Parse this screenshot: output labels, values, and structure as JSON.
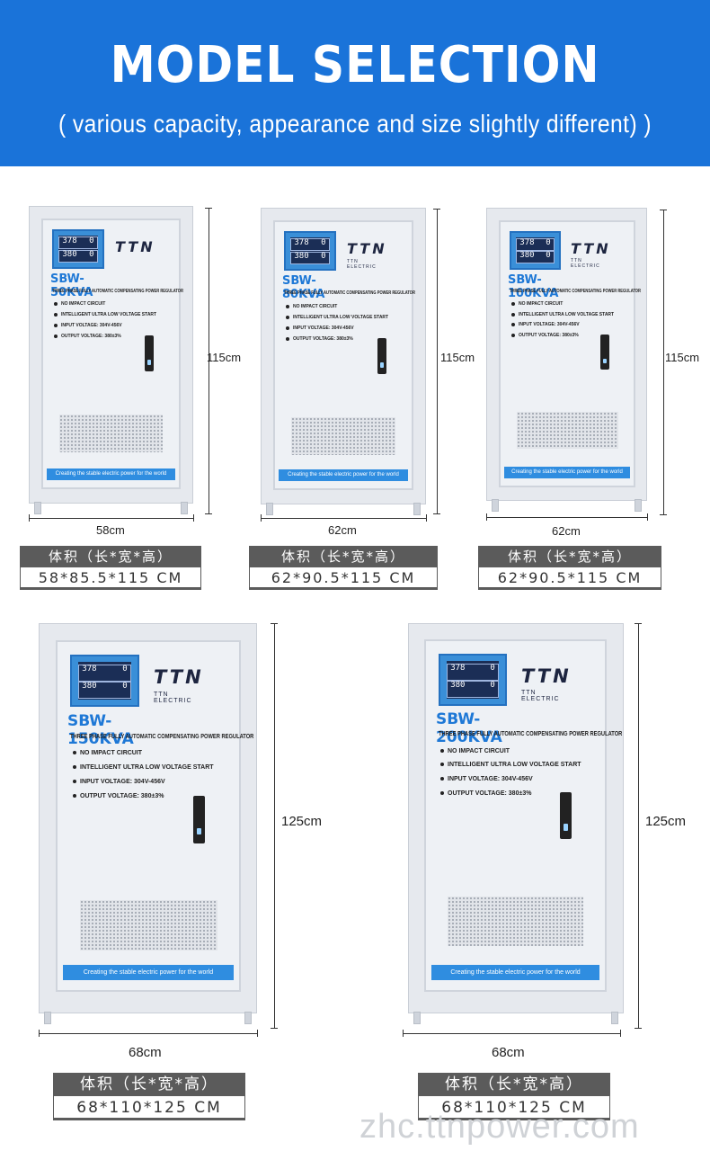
{
  "header": {
    "title": "MODEL SELECTION",
    "subtitle": "( various capacity, appearance and size slightly different) )"
  },
  "products": [
    {
      "model": "SBW-50KVA",
      "brand": "TTN",
      "brand_sub": "",
      "lcd_top": "378",
      "lcd_bottom": "380",
      "lcd_small": "0",
      "subtitle": "THREE PHASE FULLY AUTOMATIC COMPENSATING POWER REGULATOR",
      "features": [
        "NO IMPACT CIRCUIT",
        "INTELLIGENT ULTRA LOW VOLTAGE START",
        "INPUT VOLTAGE: 304V-456V",
        "OUTPUT VOLTAGE: 380±3%"
      ],
      "slogan": "Creating the stable electric power for the world",
      "height_label": "115cm",
      "width_label": "58cm",
      "size_label": "体积（长*宽*高）",
      "size_value": "58*85.5*115 CM"
    },
    {
      "model": "SBW-80KVA",
      "brand": "TTN",
      "brand_sub": "TTN ELECTRIC",
      "lcd_top": "378",
      "lcd_bottom": "380",
      "lcd_small": "0",
      "subtitle": "THREE PHASE FULLY AUTOMATIC COMPENSATING POWER REGULATOR",
      "features": [
        "NO IMPACT CIRCUIT",
        "INTELLIGENT ULTRA LOW VOLTAGE START",
        "INPUT VOLTAGE: 304V-456V",
        "OUTPUT VOLTAGE: 380±3%"
      ],
      "slogan": "Creating the stable electric power for the world",
      "height_label": "115cm",
      "width_label": "62cm",
      "size_label": "体积（长*宽*高）",
      "size_value": "62*90.5*115 CM"
    },
    {
      "model": "SBW-100KVA",
      "brand": "TTN",
      "brand_sub": "TTN ELECTRIC",
      "lcd_top": "378",
      "lcd_bottom": "380",
      "lcd_small": "0",
      "subtitle": "THREE PHASE FULLY AUTOMATIC COMPENSATING POWER REGULATOR",
      "features": [
        "NO IMPACT CIRCUIT",
        "INTELLIGENT ULTRA LOW VOLTAGE START",
        "INPUT VOLTAGE: 304V-456V",
        "OUTPUT VOLTAGE: 380±3%"
      ],
      "slogan": "Creating the stable electric power for the world",
      "height_label": "115cm",
      "width_label": "62cm",
      "size_label": "体积（长*宽*高）",
      "size_value": "62*90.5*115 CM"
    },
    {
      "model": "SBW-150KVA",
      "brand": "TTN",
      "brand_sub": "TTN ELECTRIC",
      "lcd_top": "378",
      "lcd_bottom": "380",
      "lcd_small": "0",
      "subtitle": "THREE PHASE FULLY AUTOMATIC COMPENSATING POWER REGULATOR",
      "features": [
        "NO IMPACT CIRCUIT",
        "INTELLIGENT ULTRA LOW VOLTAGE START",
        "INPUT VOLTAGE: 304V-456V",
        "OUTPUT VOLTAGE: 380±3%"
      ],
      "slogan": "Creating the stable electric power for the world",
      "height_label": "125cm",
      "width_label": "68cm",
      "size_label": "体积（长*宽*高）",
      "size_value": "68*110*125 CM"
    },
    {
      "model": "SBW-200KVA",
      "brand": "TTN",
      "brand_sub": "TTN ELECTRIC",
      "lcd_top": "378",
      "lcd_bottom": "380",
      "lcd_small": "0",
      "subtitle": "THREE PHASE FULLY AUTOMATIC COMPENSATING POWER REGULATOR",
      "features": [
        "NO IMPACT CIRCUIT",
        "INTELLIGENT ULTRA LOW VOLTAGE START",
        "INPUT VOLTAGE: 304V-456V",
        "OUTPUT VOLTAGE: 380±3%"
      ],
      "slogan": "Creating the stable electric power for the world",
      "height_label": "125cm",
      "width_label": "68cm",
      "size_label": "体积（长*宽*高）",
      "size_value": "68*110*125 CM"
    }
  ],
  "watermark": "zhc.ttnpower.com",
  "colors": {
    "banner": "#1a73d9",
    "model_text": "#1e78d6",
    "slogan_strip": "#2f8de0",
    "plate_dark": "#5b5b5b"
  }
}
